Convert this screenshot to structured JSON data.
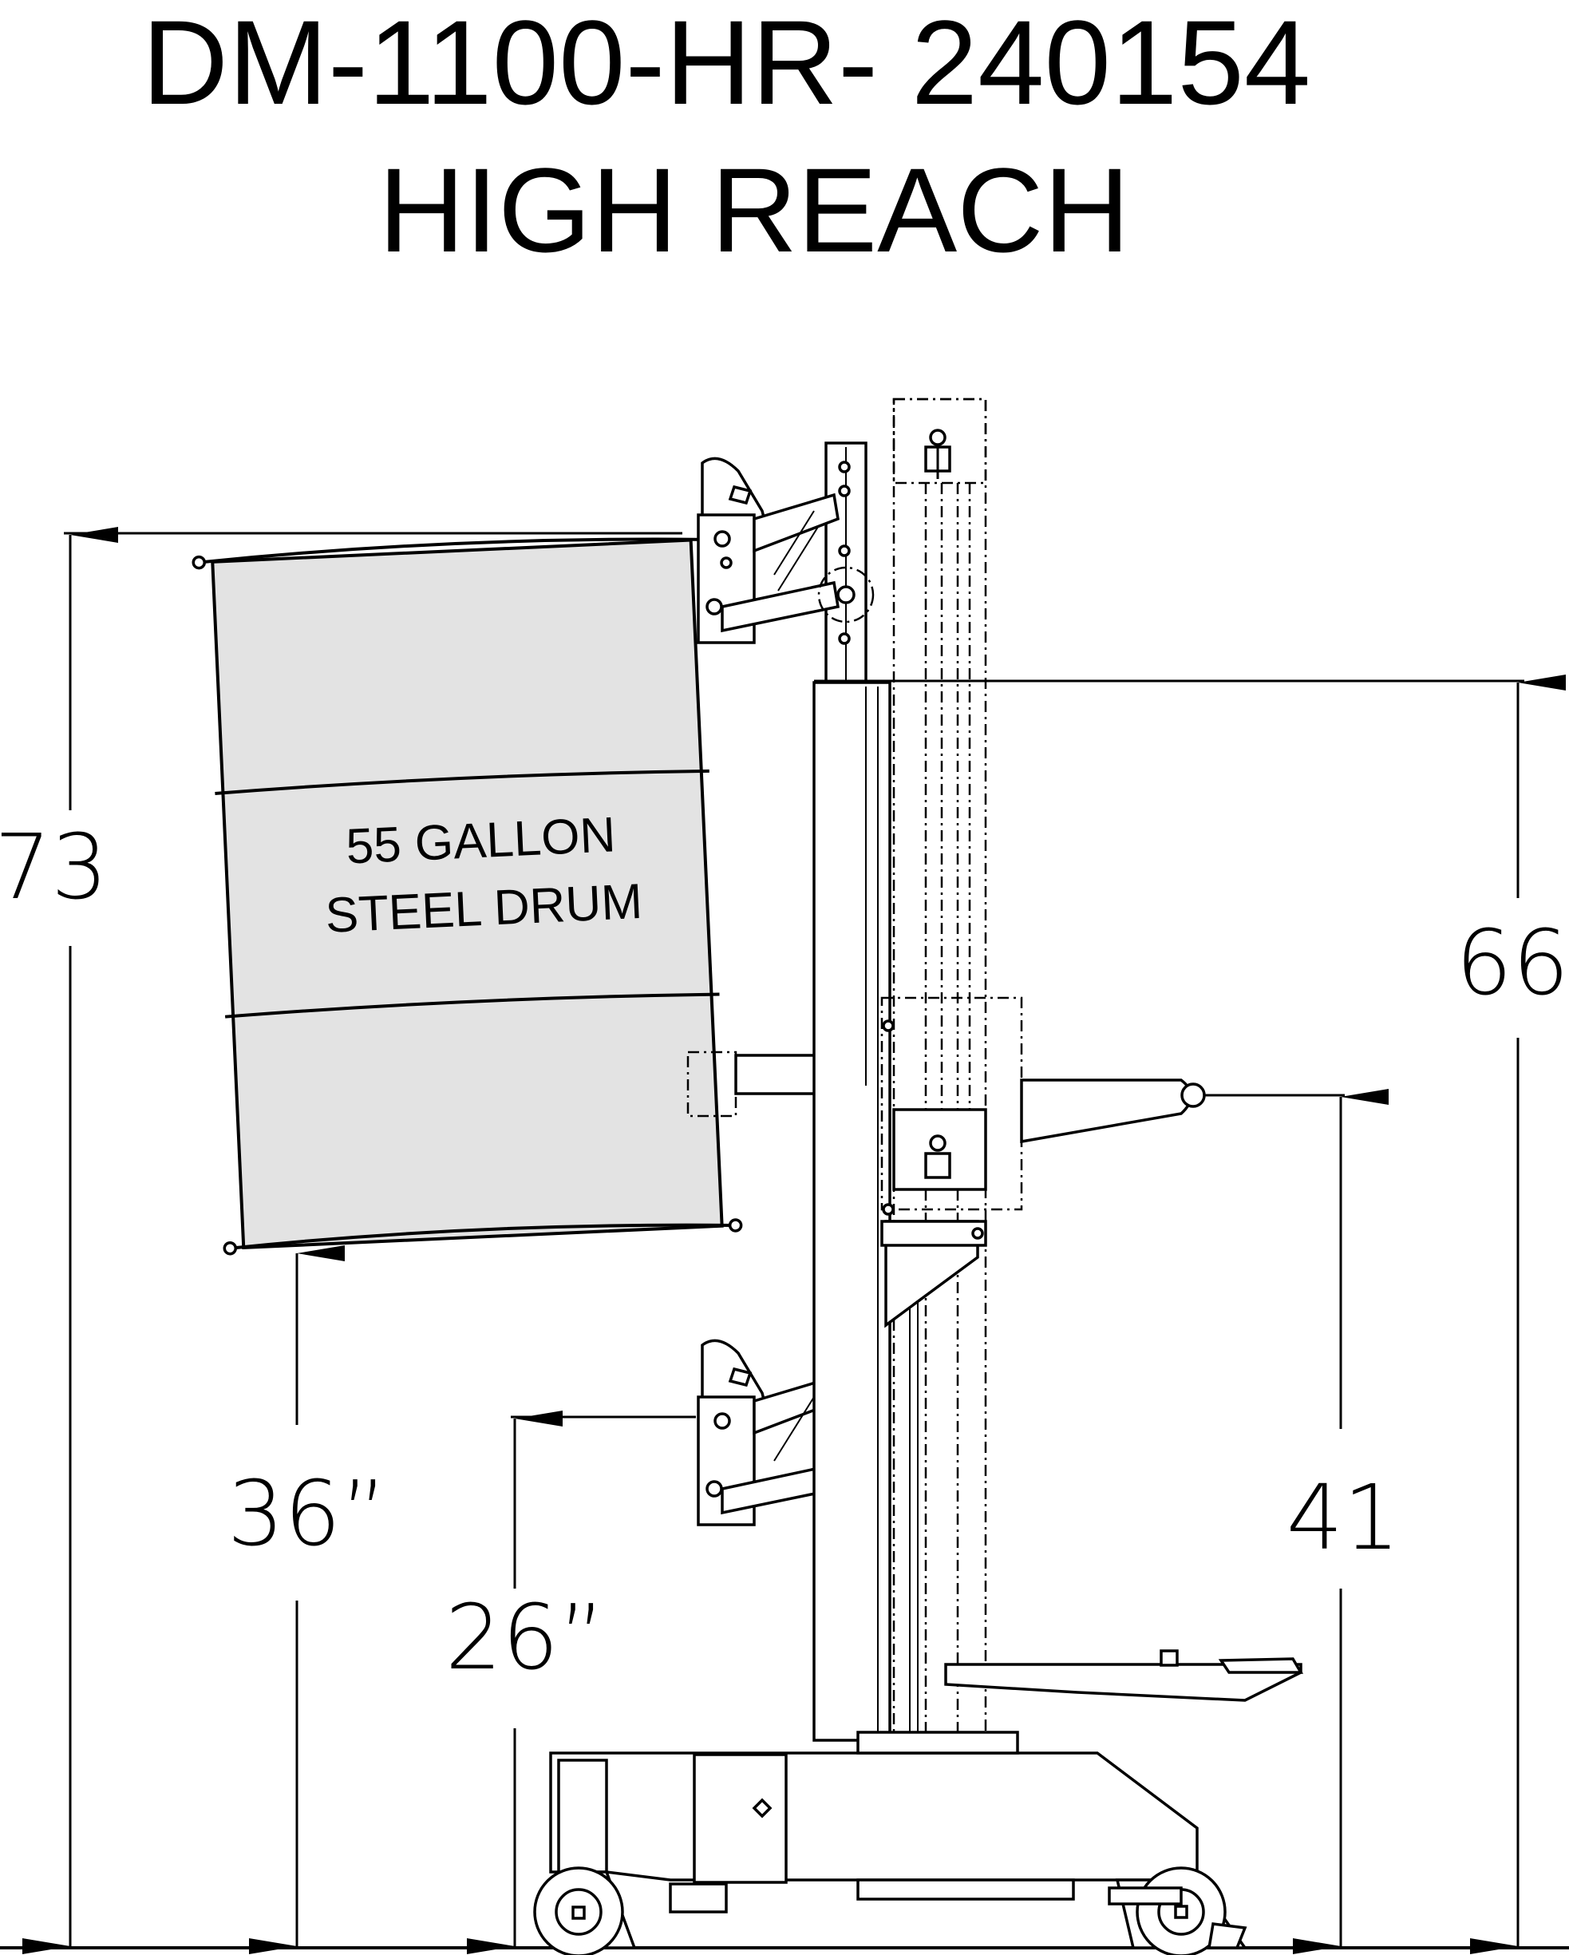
{
  "title": {
    "line1": "DM-1100-HR- 240154",
    "line2": "HIGH REACH"
  },
  "drum": {
    "label_line1": "55 GALLON",
    "label_line2": "STEEL DRUM"
  },
  "dimensions": {
    "overall_drum_height": "73",
    "mast_height": "66",
    "drum_bottom_height": "36”",
    "lower_jaw_height": "26”",
    "handle_height": "41"
  },
  "colors": {
    "line": "#000000",
    "drum_fill": "#e3e3e3",
    "background": "#ffffff"
  }
}
